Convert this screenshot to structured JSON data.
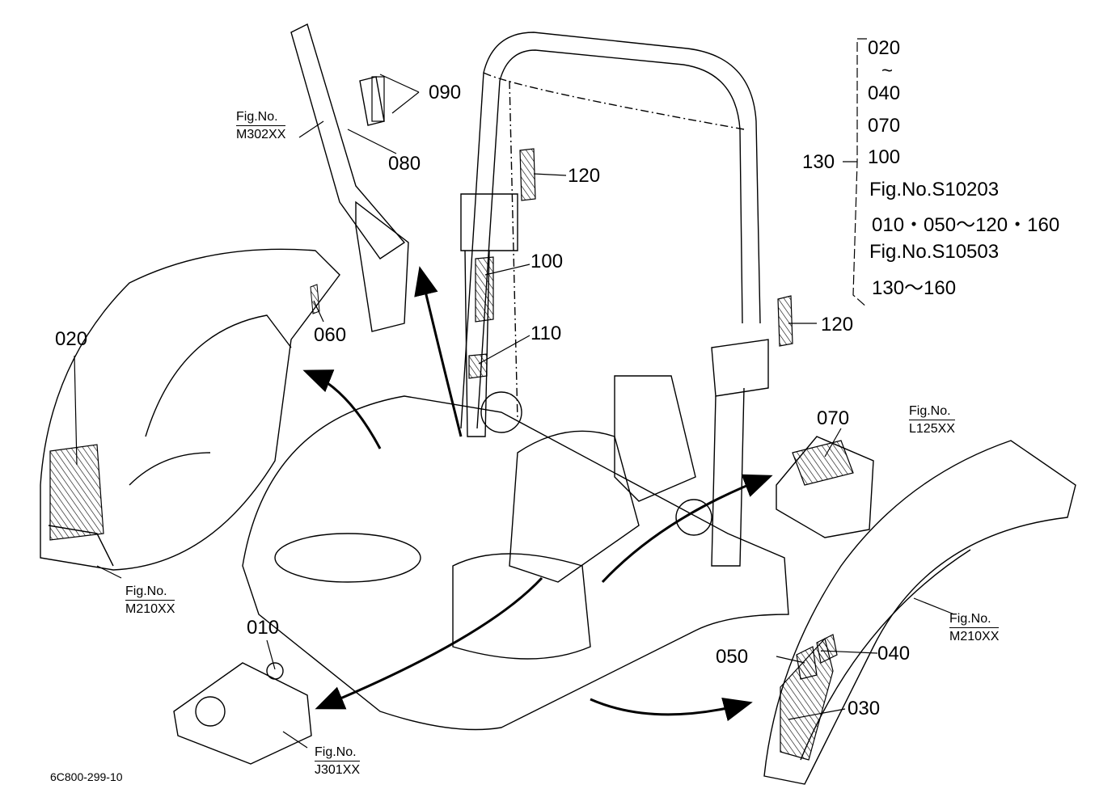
{
  "callouts": {
    "p010": "010",
    "p020": "020",
    "p030": "030",
    "p040": "040",
    "p050": "050",
    "p060": "060",
    "p070": "070",
    "p080": "080",
    "p090": "090",
    "p100": "100",
    "p110": "110",
    "p120a": "120",
    "p120b": "120",
    "p130": "130"
  },
  "fig_refs": {
    "m302": {
      "title": "Fig.No.",
      "number": "M302XX"
    },
    "m210_left": {
      "title": "Fig.No.",
      "number": "M210XX"
    },
    "m210_right": {
      "title": "Fig.No.",
      "number": "M210XX"
    },
    "l125": {
      "title": "Fig.No.",
      "number": "L125XX"
    },
    "j301": {
      "title": "Fig.No.",
      "number": "J301XX"
    }
  },
  "legend": {
    "line1": "020",
    "line2": "~",
    "line3": "040",
    "line4": "070",
    "line5": "100",
    "line6": "Fig.No.S10203",
    "line7": "010・050～120・160",
    "line8": "Fig.No.S10503",
    "line9": "130～160"
  },
  "drawing_code": "6C800-299-10"
}
